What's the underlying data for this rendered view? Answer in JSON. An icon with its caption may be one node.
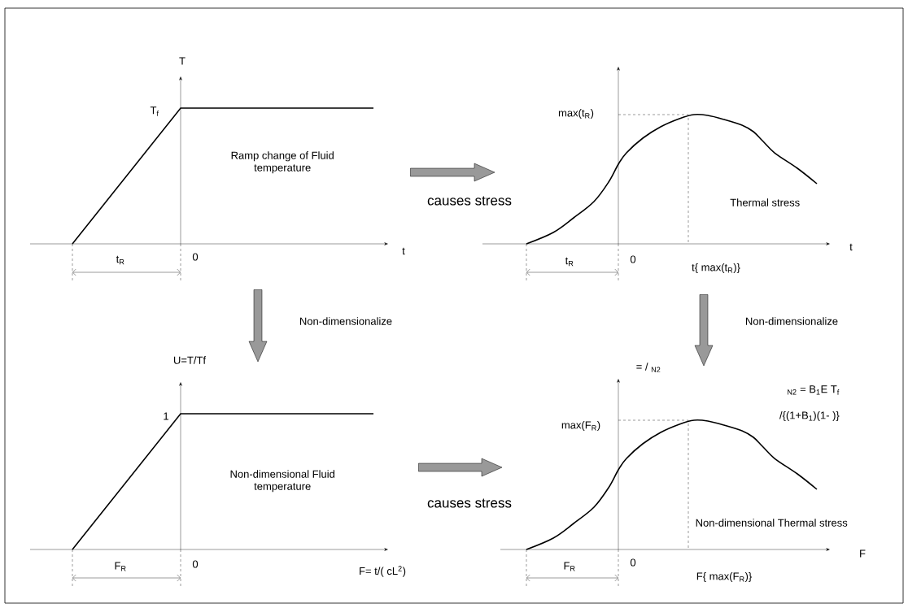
{
  "diagram": {
    "nodes": [
      {
        "text": [
          "Ramp change of Fluid temperature"
        ]
      },
      {
        "text": [
          "Thermal stress"
        ]
      },
      {
        "text": [
          "Non-dimensional Fluid temperature"
        ]
      },
      {
        "text": [
          "Non-dimensional Thermal stress"
        ]
      }
    ],
    "edges": [
      {
        "from": 0,
        "to": 1,
        "arrow": "to",
        "label": "causes stress"
      },
      {
        "from": 0,
        "to": 2,
        "arrow": "to",
        "label": "Non-dimensionalize"
      },
      {
        "from": 1,
        "to": 3,
        "arrow": "to",
        "label": "Non-dimensionalize"
      },
      {
        "from": 2,
        "to": 3,
        "arrow": "to",
        "label": "causes stress"
      }
    ],
    "labels": [
      "T",
      "T$_{f}$",
      "t",
      "t$_{R}$",
      "0",
      "max(t$_{R}$)",
      "t",
      "t$_{R}$",
      "0",
      "t{ max(t$_{R}$)}",
      "U=T/Tf",
      "1",
      "F$_{R}$",
      "0",
      "F= t/( cL$^{2}$)",
      "= / $_{N2}$",
      "$_{N2}$ = B$_{1}$E T$_{f}$",
      "/{(1+B$_{1}$)(1- )}",
      "max(F$_{R}$)",
      "F",
      "F$_{R}$",
      "0",
      "F{ max(F$_{R}$)}"
    ]
  }
}
